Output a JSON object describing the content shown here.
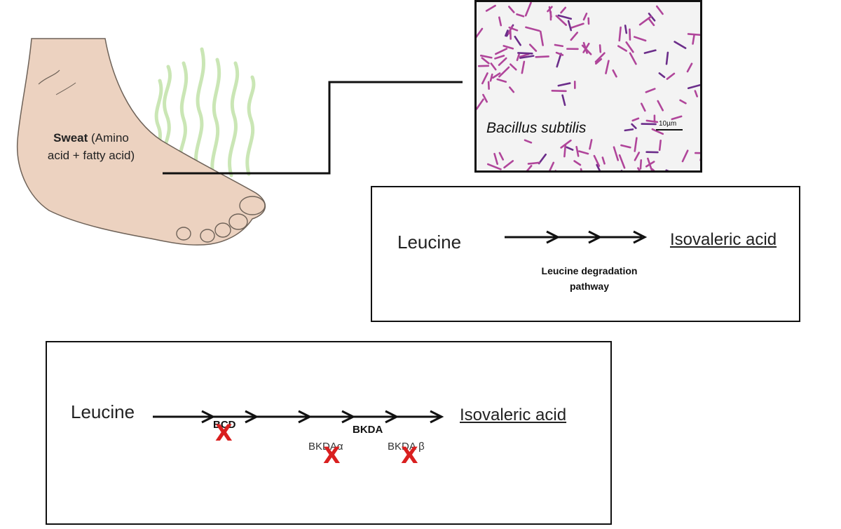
{
  "foot": {
    "sweat_bold": "Sweat",
    "sweat_rest_line1": " (Amino",
    "sweat_line2": "acid + fatty acid)"
  },
  "microscope": {
    "organism": "Bacillus subtilis",
    "scale_label": "10µm"
  },
  "pathway_box": {
    "substrate": "Leucine",
    "product": "Isovaleric acid",
    "pathway_label_line1": "Leucine degradation",
    "pathway_label_line2": "pathway"
  },
  "enzyme_box": {
    "substrate": "Leucine",
    "product": "Isovaleric acid",
    "enzyme_bcd": "BCD",
    "enzyme_bkda": "BKDA",
    "enzyme_bkda_alpha": "BKDAα",
    "enzyme_bkda_beta": "BKDA β",
    "knockout_mark": "X"
  },
  "colors": {
    "knockout": "#d91f1f",
    "bacteria": "#b0459a",
    "skin": "#ecd2c0",
    "odor": "#9fd27a"
  }
}
